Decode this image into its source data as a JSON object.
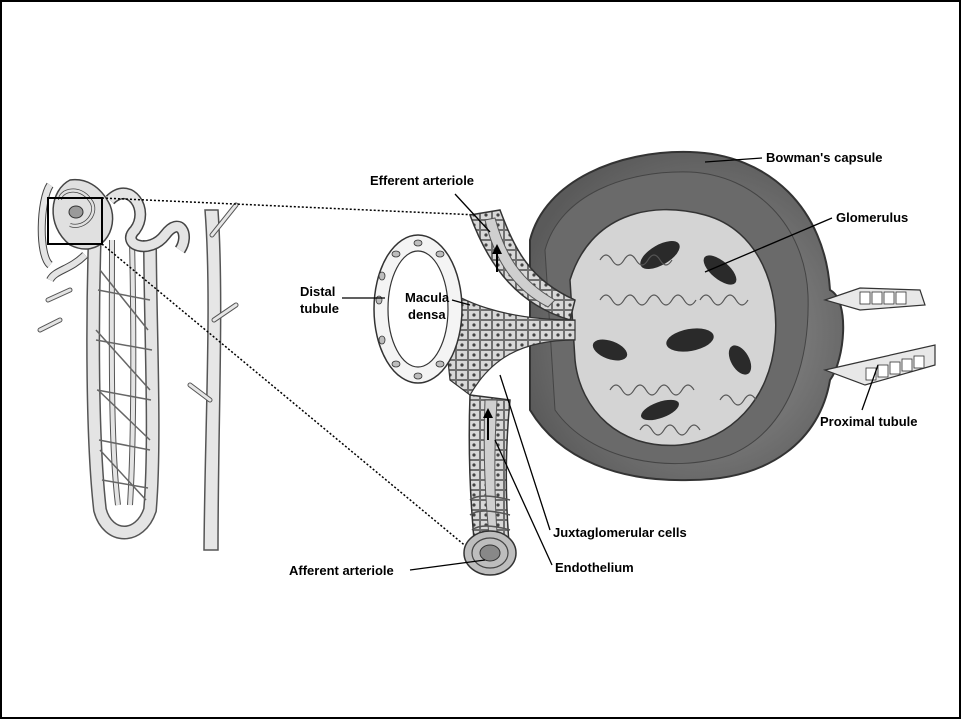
{
  "labels": {
    "bowmans_capsule": "Bowman's capsule",
    "efferent_arteriole": "Efferent arteriole",
    "glomerulus": "Glomerulus",
    "distal_tubule_line1": "Distal",
    "distal_tubule_line2": "tubule",
    "macula_densa_line1": "Macula",
    "macula_densa_line2": "densa",
    "proximal_tubule": "Proximal tubule",
    "juxtaglomerular_cells": "Juxtaglomerular cells",
    "endothelium": "Endothelium",
    "afferent_arteriole": "Afferent arteriole"
  }
}
